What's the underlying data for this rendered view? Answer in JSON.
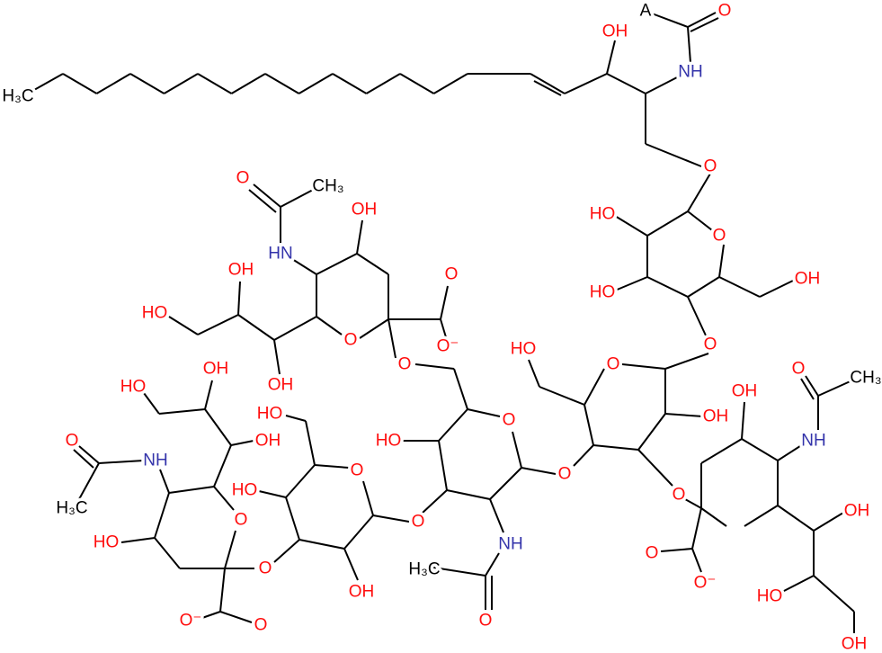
{
  "title": "Ganglioside structure",
  "colors": {
    "oxygen": "#ff0d0d",
    "nitrogen": "#3333aa",
    "carbon": "#000000"
  },
  "atoms": [
    "A",
    "O",
    "OH",
    "NH",
    "H₃C",
    "O",
    "HO",
    "O",
    "HO",
    "OH",
    "O",
    "O",
    "CH₃",
    "OH",
    "HN",
    "OH",
    "HO",
    "O",
    "O",
    "O⁻",
    "OH",
    "O",
    "HO",
    "O",
    "O",
    "CH₃",
    "OH",
    "HO",
    "OH",
    "O",
    "OH",
    "HO",
    "OH",
    "NH",
    "O",
    "NH",
    "HO",
    "O",
    "O",
    "HO",
    "O",
    "O",
    "H₃C",
    "OH",
    "O",
    "HO",
    "O",
    "NH",
    "O",
    "O⁻",
    "OH",
    "H₃C",
    "HO",
    "O⁻",
    "O",
    "O",
    "OH"
  ]
}
